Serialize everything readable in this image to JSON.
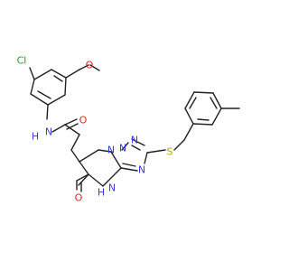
{
  "atom_colors": {
    "Cl": "#1f9e1f",
    "O": "#e8241e",
    "N": "#3b3bd9",
    "S": "#b5a800",
    "NH": "#3b3bd9"
  },
  "labels": {
    "cl": "Cl",
    "o_methoxy": "O",
    "o_amide": "O",
    "o_lactam": "O",
    "n_amide": "N",
    "h_amide": "H",
    "n_tri_1": "N",
    "n_tri_2": "N",
    "n_tri_3": "N",
    "n_ring": "N",
    "n_lactam": "N",
    "h_lactam": "H",
    "s": "S"
  }
}
